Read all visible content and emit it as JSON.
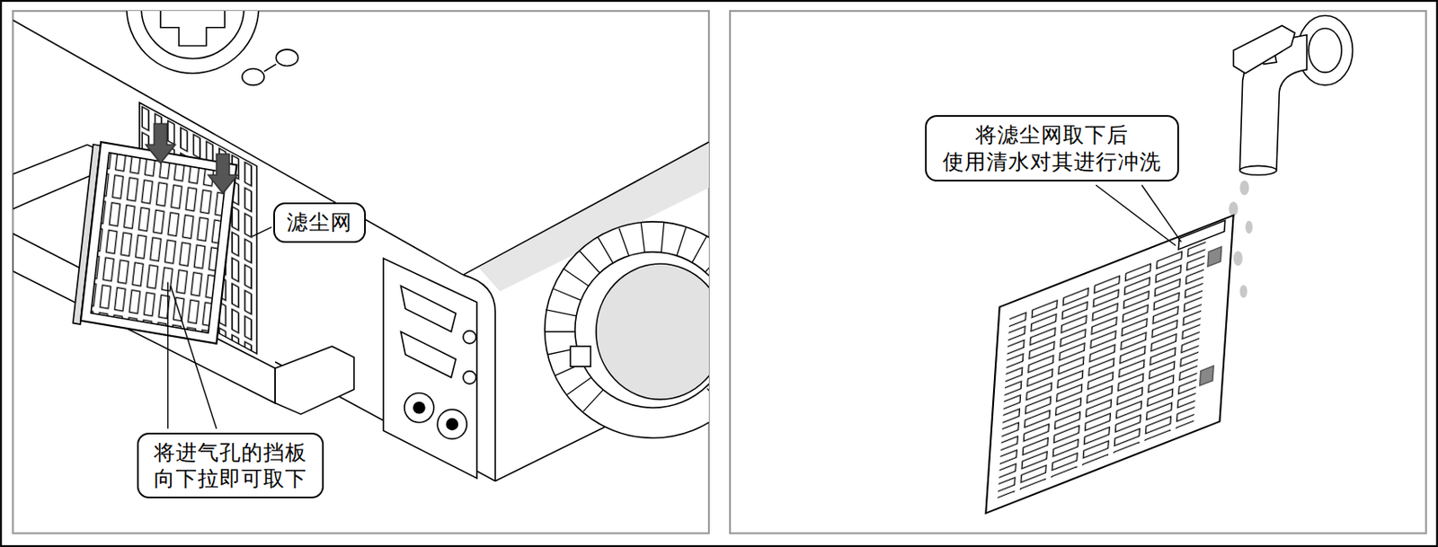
{
  "diagram": {
    "nodes": [
      {
        "text": [
          "滤尘网"
        ]
      },
      {
        "text": [
          "将进气孔的挡板 向下拉即可取下"
        ]
      },
      {
        "text": [
          "将滤尘网取下后 使用清水对其进行冲洗"
        ]
      }
    ]
  }
}
